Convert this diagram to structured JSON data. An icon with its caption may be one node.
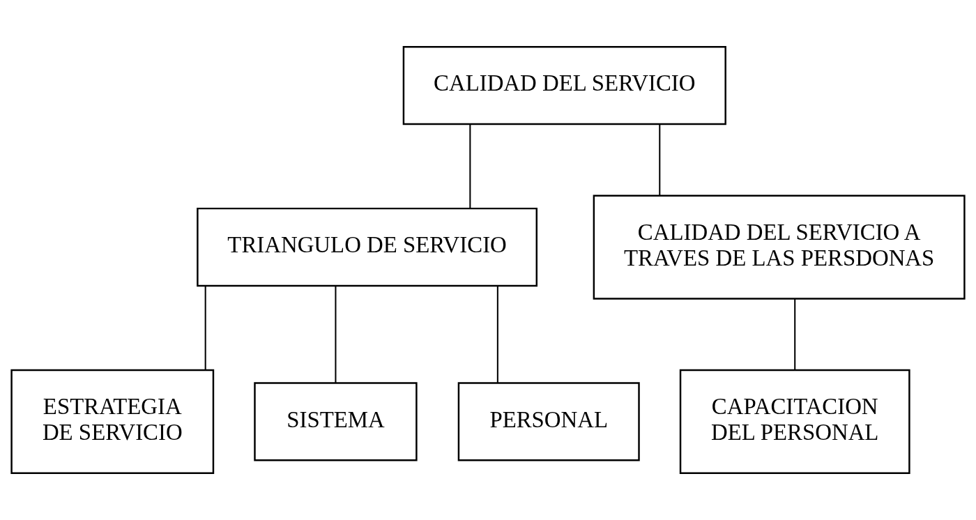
{
  "diagram": {
    "nodes": [
      {
        "text": [
          "CALIDAD DEL SERVICIO"
        ]
      },
      {
        "text": [
          "TRIANGULO DE SERVICIO"
        ]
      },
      {
        "text": [
          "CALIDAD DEL SERVICIO A TRAVES DE LAS PERSDONAS"
        ]
      },
      {
        "text": [
          "ESTRATEGIA DE SERVICIO"
        ]
      },
      {
        "text": [
          "SISTEMA"
        ]
      },
      {
        "text": [
          "PERSONAL"
        ]
      },
      {
        "text": [
          "CAPACITACION DEL PERSONAL"
        ]
      }
    ],
    "edges": [
      {
        "from": 0,
        "to": 1,
        "arrow": "none"
      },
      {
        "from": 0,
        "to": 2,
        "arrow": "none"
      },
      {
        "from": 1,
        "to": 3,
        "arrow": "none"
      },
      {
        "from": 1,
        "to": 4,
        "arrow": "none"
      },
      {
        "from": 1,
        "to": 5,
        "arrow": "none"
      },
      {
        "from": 2,
        "to": 6,
        "arrow": "none"
      }
    ]
  }
}
